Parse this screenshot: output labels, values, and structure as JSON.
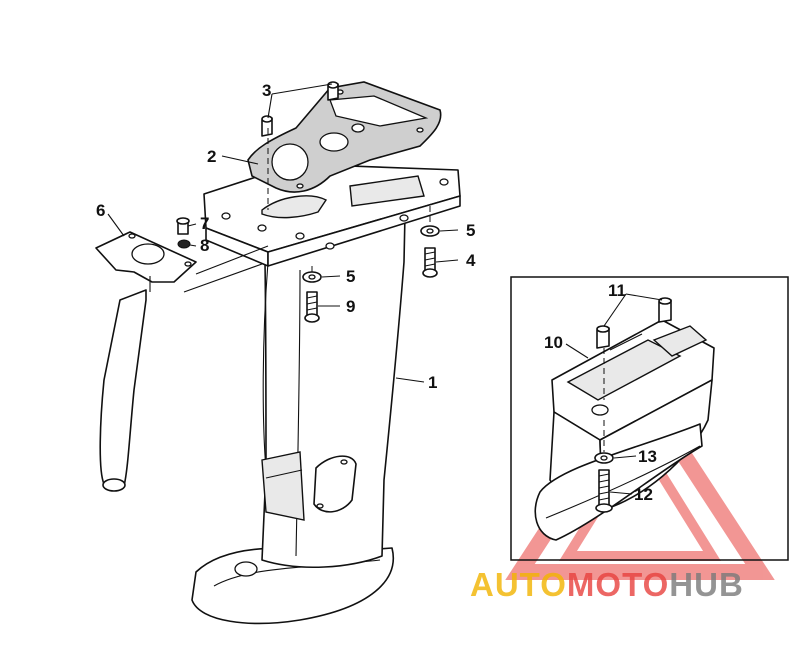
{
  "callouts": {
    "c1": "1",
    "c2": "2",
    "c3": "3",
    "c4": "4",
    "c5a": "5",
    "c5b": "5",
    "c6": "6",
    "c7": "7",
    "c8": "8",
    "c9": "9",
    "c10": "10",
    "c11": "11",
    "c12": "12",
    "c13": "13"
  },
  "watermark": {
    "part1": "AUTO",
    "part2": "MOTO",
    "part3": "HUB",
    "colors": {
      "auto": "#f2b400",
      "moto": "#e8423e",
      "hub": "#7a7a7a"
    }
  }
}
